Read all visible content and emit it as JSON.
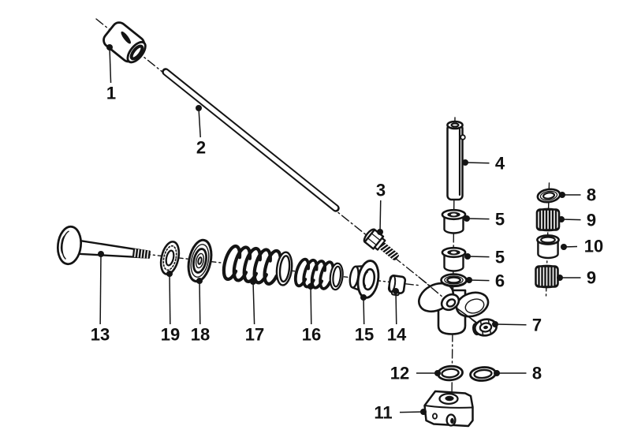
{
  "diagram": {
    "type": "exploded-parts-diagram",
    "background_color": "#ffffff",
    "line_color": "#141414",
    "callouts": [
      {
        "n": "1",
        "part": "pushrod-cover-cap",
        "label": [
          141,
          118
        ],
        "dot": [
          139,
          60
        ]
      },
      {
        "n": "2",
        "part": "pushrod",
        "label": [
          255,
          187
        ],
        "dot": [
          252,
          137
        ]
      },
      {
        "n": "3",
        "part": "adjusting-screw",
        "label": [
          483,
          241
        ],
        "dot": [
          482,
          294
        ]
      },
      {
        "n": "4",
        "part": "rocker-arm-shaft",
        "label": [
          634,
          207
        ],
        "dot": [
          590,
          206
        ]
      },
      {
        "n": "5",
        "part": "bushing-upper",
        "label": [
          634,
          278
        ],
        "dot": [
          592,
          277
        ]
      },
      {
        "n": "5",
        "part": "bushing-lower",
        "label": [
          634,
          326
        ],
        "dot": [
          593,
          325
        ]
      },
      {
        "n": "6",
        "part": "thrust-washer",
        "label": [
          634,
          356
        ],
        "dot": [
          595,
          355
        ]
      },
      {
        "n": "7",
        "part": "hex-nut",
        "label": [
          681,
          412
        ],
        "dot": [
          628,
          411
        ]
      },
      {
        "n": "8",
        "part": "washer-top-right",
        "label": [
          750,
          247
        ],
        "dot": [
          713,
          247
        ]
      },
      {
        "n": "9",
        "part": "needle-cage-upper",
        "label": [
          750,
          279
        ],
        "dot": [
          712,
          278
        ]
      },
      {
        "n": "10",
        "part": "sleeve",
        "label": [
          753,
          312
        ],
        "dot": [
          715,
          313
        ]
      },
      {
        "n": "9",
        "part": "needle-cage-lower",
        "label": [
          750,
          352
        ],
        "dot": [
          710,
          352
        ]
      },
      {
        "n": "11",
        "part": "bearing-block",
        "label": [
          486,
          523
        ],
        "dot": [
          537,
          522
        ]
      },
      {
        "n": "12",
        "part": "seal-ring",
        "label": [
          507,
          473
        ],
        "dot": [
          555,
          473
        ]
      },
      {
        "n": "8",
        "part": "washer-bottom",
        "label": [
          681,
          473
        ],
        "dot": [
          630,
          473
        ]
      },
      {
        "n": "13",
        "part": "valve",
        "label": [
          127,
          424
        ],
        "dot": [
          128,
          322
        ]
      },
      {
        "n": "19",
        "part": "spring-seat-ring",
        "label": [
          216,
          424
        ],
        "dot": [
          215,
          347
        ]
      },
      {
        "n": "18",
        "part": "lower-spring-plate",
        "label": [
          254,
          424
        ],
        "dot": [
          253,
          356
        ]
      },
      {
        "n": "17",
        "part": "outer-valve-spring",
        "label": [
          323,
          424
        ],
        "dot": [
          321,
          357
        ]
      },
      {
        "n": "16",
        "part": "inner-valve-spring",
        "label": [
          395,
          424
        ],
        "dot": [
          394,
          363
        ]
      },
      {
        "n": "15",
        "part": "spring-retainer",
        "label": [
          462,
          424
        ],
        "dot": [
          461,
          377
        ]
      },
      {
        "n": "14",
        "part": "thrust-piece",
        "label": [
          503,
          424
        ],
        "dot": [
          502,
          369
        ]
      }
    ]
  }
}
